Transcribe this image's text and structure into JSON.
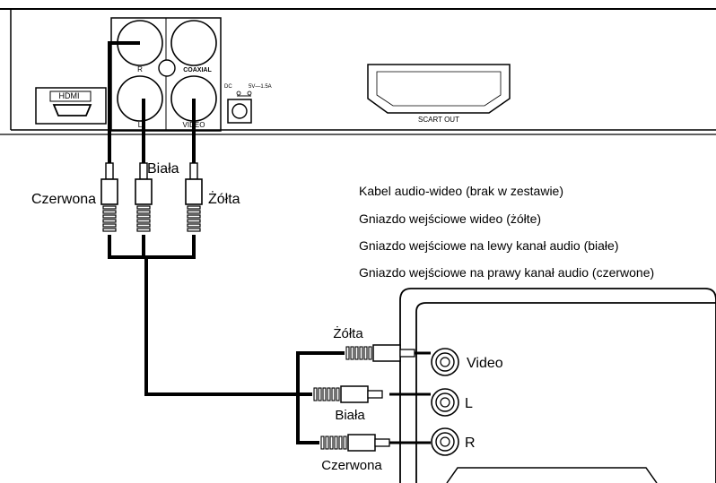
{
  "device": {
    "hdmi_label": "HDMI",
    "r_label": "R",
    "l_label": "L",
    "coaxial_label": "COAXIAL",
    "video_label": "VIDEO",
    "dc_label": "DC",
    "power_spec": "5V—1.5A",
    "scart_label": "SCART OUT"
  },
  "cable_labels": {
    "red": "Czerwona",
    "white": "Biała",
    "yellow": "Żółta"
  },
  "legend": [
    "Kabel audio-wideo (brak w zestawie)",
    "Gniazdo wejściowe wideo (żółte)",
    "Gniazdo wejściowe na lewy kanał audio (białe)",
    "Gniazdo wejściowe na prawy kanał audio (czerwone)"
  ],
  "tv": {
    "video_label": "Video",
    "l_label": "L",
    "r_label": "R",
    "plug_top_label": "Żółta",
    "plug_mid_label": "Biała",
    "plug_bottom_label": "Czerwona"
  }
}
